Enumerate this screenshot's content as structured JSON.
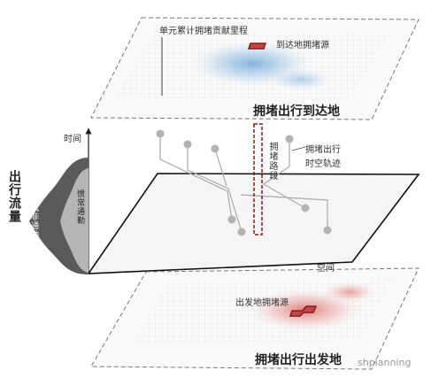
{
  "top_layer": {
    "cumulative_label": "单元累计拥堵贡献里程",
    "source_label": "到达地拥堵源",
    "title": "拥堵出行到达地"
  },
  "middle_layer": {
    "time_axis": "时间",
    "space_axis": "空间",
    "trajectory_label_line1": "拥堵出行",
    "trajectory_label_line2": "时空轨迹",
    "path_label": "拥堵路段"
  },
  "flow_panel": {
    "title": "出行流量",
    "random_commute": "随机非通勤",
    "habit_commute": "惯常通勤"
  },
  "bottom_layer": {
    "source_label": "出发地拥堵源",
    "title": "拥堵出行出发地"
  },
  "watermark": "shplanning",
  "colors": {
    "arrival_heat": "#6fa8dc",
    "departure_heat": "#e06666",
    "source_outline": "#8b1a1a"
  }
}
